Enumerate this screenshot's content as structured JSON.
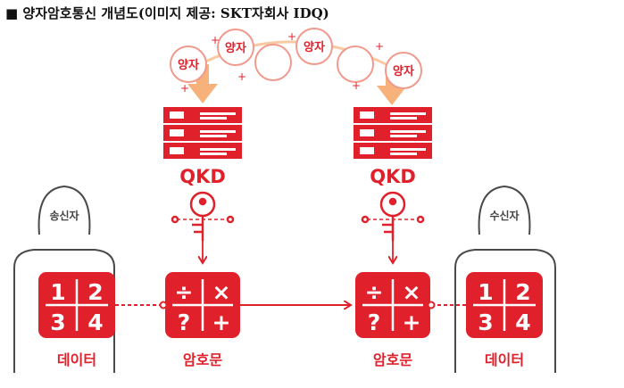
{
  "caption": "■ 양자암호통신 개념도(이미지 제공: SKT자회사 IDQ)",
  "colors": {
    "accent": "#e0212c",
    "gray": "#4a4a4a",
    "arrow": "#f6b27a"
  },
  "quantum": {
    "particle_label": "양자"
  },
  "nodes": {
    "left": {
      "device": "QKD",
      "cipher_label": "암호문"
    },
    "right": {
      "device": "QKD",
      "cipher_label": "암호문"
    }
  },
  "sender": {
    "role": "송신자",
    "data_label": "데이터",
    "digits": [
      "1",
      "2",
      "3",
      "4"
    ]
  },
  "receiver": {
    "role": "수신자",
    "data_label": "데이터",
    "digits": [
      "1",
      "2",
      "3",
      "4"
    ]
  },
  "cipher_symbols": [
    "÷",
    "×",
    "?",
    "+"
  ]
}
